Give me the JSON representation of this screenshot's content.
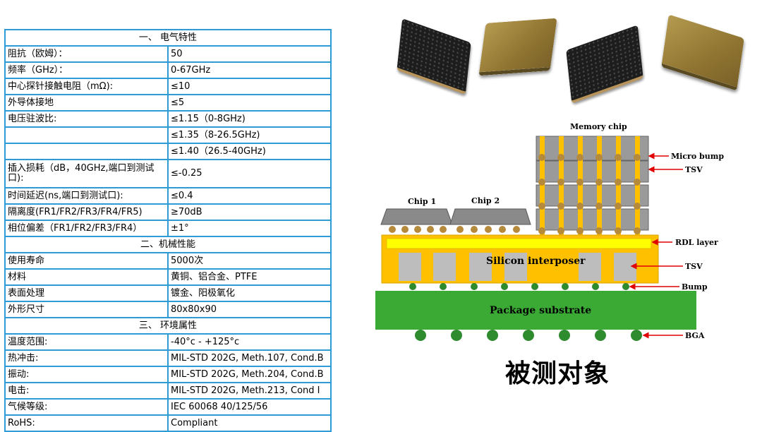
{
  "table": {
    "section1": "一、 电气特性",
    "section2": "二、机械性能",
    "section3": "三、 环境属性",
    "rows1": [
      [
        "阻抗（欧姆）：",
        "50"
      ],
      [
        "频率（GHz）：",
        "0-67GHz"
      ],
      [
        "中心探针接触电阻（mΩ):",
        "≤10"
      ],
      [
        "外导体接地",
        "≤5"
      ],
      [
        "电压驻波比:",
        "≤1.15（0-8GHz)"
      ],
      [
        "",
        "≤1.35（8-26.5GHz)"
      ],
      [
        "",
        "≤1.40（26.5-40GHz)"
      ],
      [
        "插入损耗（dB，40GHz,端口到测试口):",
        "≤-0.25"
      ],
      [
        "时间延迟(ns,端口到测试口):",
        "≤0.4"
      ],
      [
        "隔离度(FR1/FR2/FR3/FR4/FR5)",
        "≥70dB"
      ],
      [
        "相位偏差（FR1/FR2/FR3/FR4）",
        "±1°"
      ]
    ],
    "rows2": [
      [
        "使用寿命",
        "5000次"
      ],
      [
        "材料",
        "黄铜、铝合金、PTFE"
      ],
      [
        "表面处理",
        "镀金、阳极氧化"
      ],
      [
        "外形尺寸",
        "80x80x90"
      ]
    ],
    "rows3": [
      [
        "温度范围:",
        "-40°c - +125°c"
      ],
      [
        "热冲击:",
        "MIL-STD 202G, Meth.107, Cond.B"
      ],
      [
        "振动:",
        "MIL-STD 202G, Meth.204, Cond.B"
      ],
      [
        "电击:",
        "MIL-STD 202G, Meth.213, Cond I"
      ],
      [
        "气候等级:",
        "IEC 60068 40/125/56"
      ],
      [
        "RoHS:",
        "Compliant"
      ]
    ]
  },
  "diagram": {
    "memory_chip": "Memory chip",
    "chip1": "Chip 1",
    "chip2": "Chip 2",
    "micro_bump": "Micro bump",
    "tsv_top": "TSV",
    "rdl_layer": "RDL layer",
    "silicon_interposer": "Silicon interposer",
    "tsv_mid": "TSV",
    "bump": "Bump",
    "package_substrate": "Package substrate",
    "bga": "BGA",
    "colors": {
      "interposer": "#ffc000",
      "rdl": "#ffff00",
      "substrate": "#3aaa35",
      "ball": "#2e8b2e",
      "chip": "#999999",
      "arrow": "#e00000"
    }
  },
  "caption": "被测对象"
}
